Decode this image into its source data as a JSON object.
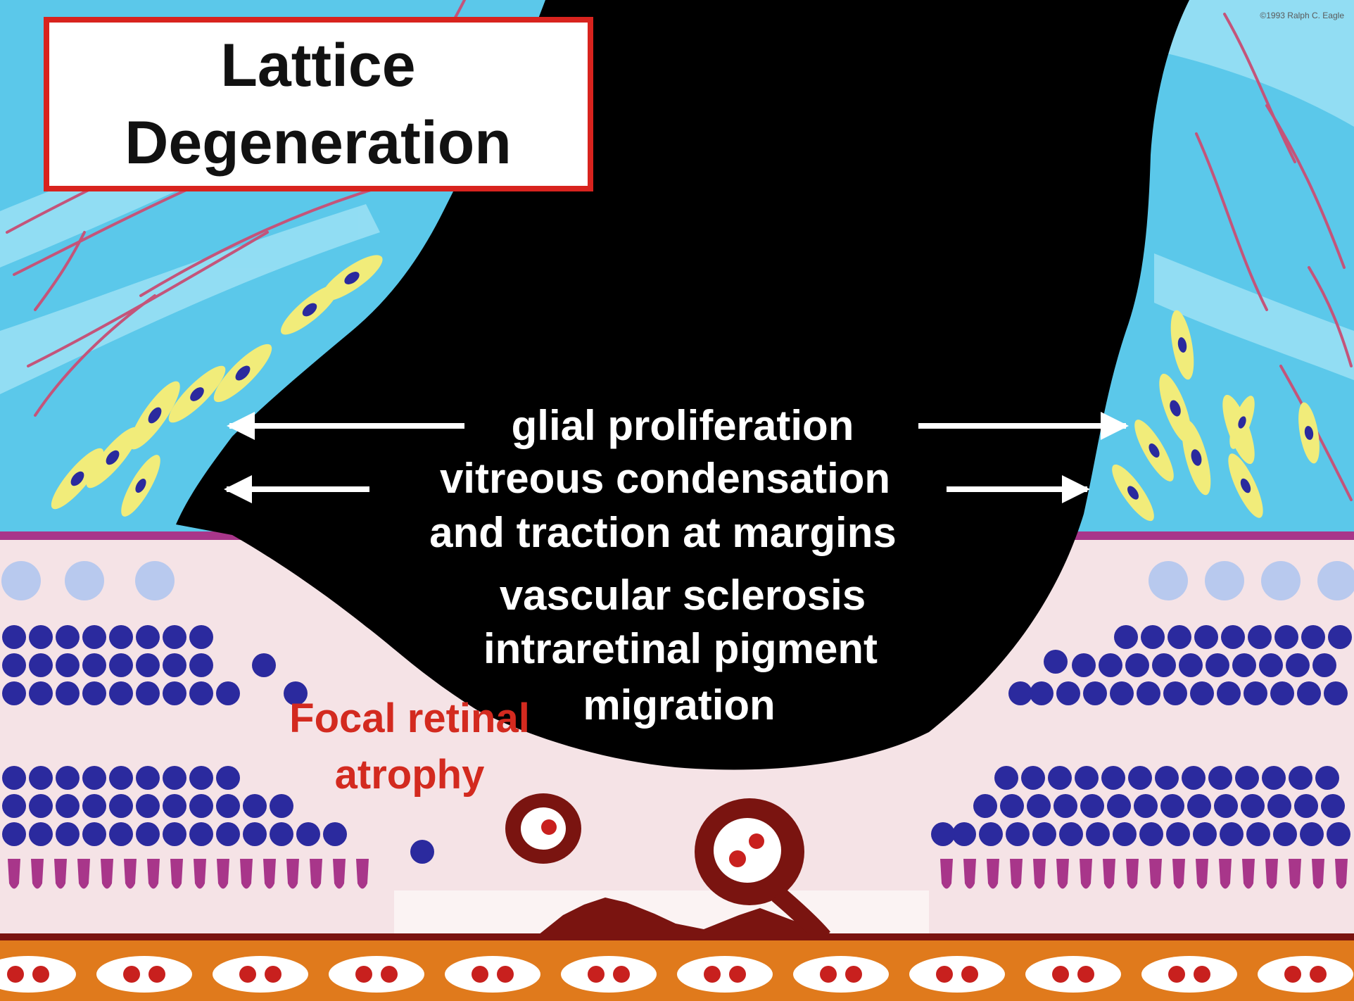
{
  "title": {
    "line1": "Lattice",
    "line2": "Degeneration"
  },
  "copyright": "©1993 Ralph C. Eagle",
  "labels": {
    "glial": "glial proliferation",
    "vitreous1": "vitreous condensation",
    "vitreous2": "and traction at margins",
    "vascular": "vascular sclerosis",
    "pigment1": "intraretinal pigment",
    "pigment2": "migration",
    "atrophy1": "Focal retinal",
    "atrophy2": "atrophy"
  },
  "colors": {
    "vitreous": "#5bc8ea",
    "vitreous_light": "#a9e6f7",
    "fiber": "#c4547a",
    "glia": "#f1ec7a",
    "retina": "#f5e3e6",
    "membrane": "#a8368a",
    "nuclei": "#2b2a9e",
    "vessel": "#7a1410",
    "pigment": "#e07a1c",
    "title_border": "#d8231e",
    "atrophy_label": "#d32a1f",
    "lesion": "#000000",
    "label": "#ffffff"
  }
}
